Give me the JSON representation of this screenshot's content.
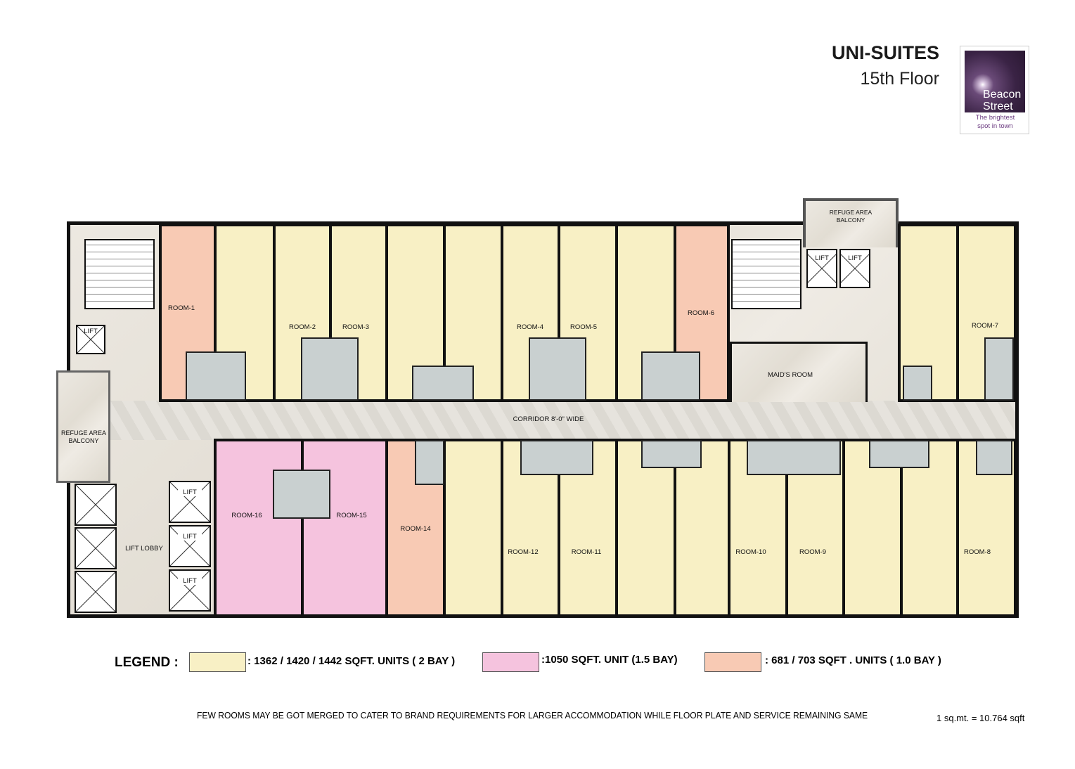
{
  "header": {
    "title": "UNI-SUITES",
    "subtitle": "15th Floor"
  },
  "logo": {
    "name_line1": "Beacon",
    "name_line2": "Street",
    "tagline_line1": "The brightest",
    "tagline_line2": "spot in town"
  },
  "plan": {
    "corridor": "CORRIDOR 8'-0\" WIDE",
    "refuge_left": "REFUGE AREA BALCONY",
    "refuge_top": "REFUGE AREA BALCONY",
    "maids_room": "MAID'S ROOM",
    "lift_lobby": "LIFT LOBBY",
    "lift": "LIFT",
    "rooms": {
      "r1": "ROOM-1",
      "r2": "ROOM-2",
      "r3": "ROOM-3",
      "r4": "ROOM-4",
      "r5": "ROOM-5",
      "r6": "ROOM-6",
      "r7": "ROOM-7",
      "r8": "ROOM-8",
      "r9": "ROOM-9",
      "r10": "ROOM-10",
      "r11": "ROOM-11",
      "r12": "ROOM-12",
      "r14": "ROOM-14",
      "r15": "ROOM-15",
      "r16": "ROOM-16"
    }
  },
  "legend": {
    "title": "LEGEND :",
    "items": [
      {
        "color": "#f8f0c5",
        "label": ": 1362 / 1420 / 1442 SQFT. UNITS ( 2 BAY )"
      },
      {
        "color": "#f5c3de",
        "label": ":1050 SQFT. UNIT (1.5 BAY)"
      },
      {
        "color": "#f8cab4",
        "label": ": 681 / 703 SQFT . UNITS ( 1.0 BAY )"
      }
    ]
  },
  "footer": {
    "note": "FEW ROOMS MAY BE GOT MERGED TO CATER TO BRAND REQUIREMENTS FOR LARGER ACCOMMODATION WHILE FLOOR PLATE AND SERVICE REMAINING SAME",
    "conversion": "1 sq.mt. = 10.764 sqft"
  }
}
